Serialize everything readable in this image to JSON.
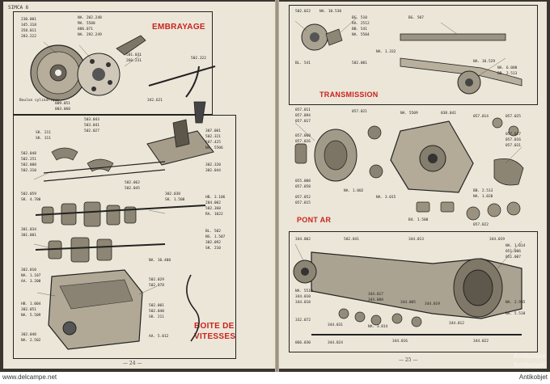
{
  "header": {
    "left_label": "SIMCA 6"
  },
  "sections": {
    "embrayage": "EMBRAYAGE",
    "boite_line1": "BOITE DE",
    "boite_line2": "VITESSES",
    "transmission": "TRANSMISSION",
    "pont": "PONT AR"
  },
  "page_numbers": {
    "left": "— 24 —",
    "right": "— 25 —"
  },
  "footer": {
    "left": "www.delcampe.net",
    "right": "Antikobjet"
  },
  "watermarks": [
    "Antikobjet",
    "Antikobjet"
  ],
  "parts_left": [
    "230.001",
    "345.318",
    "358.011",
    "283.222",
    "NA. 202.248",
    "MA. 5508",
    "086.071",
    "NA. 292.249",
    "501.031",
    "260.231",
    "502.322",
    "342.621",
    "Boulon cylindrique",
    "009.051",
    "003.060",
    "503.043",
    "SK. 211",
    "503.041",
    "502.027",
    "SK. 311",
    "502.048",
    "502.251",
    "502.008",
    "502.310",
    "307.001",
    "502.321",
    "507.425",
    "NA. 5506",
    "302.320",
    "302.044",
    "502.062",
    "502.045",
    "502.059",
    "SK. 4.700",
    "302.038",
    "SK. 1.500",
    "HB. 3.106",
    "204.002",
    "502.360",
    "RA. 1022",
    "301.034",
    "301.001",
    "BL. 502",
    "NS. 1.507",
    "302.092",
    "SK. 210",
    "NA. 10.400",
    "302.010",
    "NA. 1.107",
    "AA. 3.200",
    "502.029",
    "502.078",
    "HB. 1.004",
    "302.051",
    "NA. 5.509",
    "502.001",
    "502.040",
    "SK. 211",
    "302.040",
    "NA. 2.502",
    "AA. 5.012"
  ],
  "parts_right": [
    "502.022",
    "NA. 10.530",
    "BG. 510",
    "RA. 2512",
    "BB. 541",
    "NA. 5504",
    "BG. 507",
    "NA. 1.332",
    "BL. 541",
    "502.001",
    "NA. 10.529",
    "NA. 6.000",
    "BB. 2.513",
    "057.011",
    "057.094",
    "057.017",
    "057.021",
    "NA. 5509",
    "038.041",
    "057.014",
    "057.025",
    "057.060",
    "057.026",
    "057.027",
    "057.016",
    "057.031",
    "055.008",
    "057.058",
    "NA. 1.002",
    "057.052",
    "057.015",
    "NA. 3.015",
    "BB. 2.513",
    "NA. 1.020",
    "B4. 1.500",
    "057.022",
    "344.002",
    "502.041",
    "344.013",
    "344.019",
    "NA. 1.014",
    "051.006",
    "051.007",
    "NA. 5510",
    "344.010",
    "344.018",
    "344.017",
    "344.008",
    "344.005",
    "344.019",
    "344.012",
    "NA. 2.985",
    "332.072",
    "344.031",
    "NA. 3.014",
    "066.030",
    "344.024",
    "344.016",
    "NA. 5.510",
    "344.022"
  ]
}
